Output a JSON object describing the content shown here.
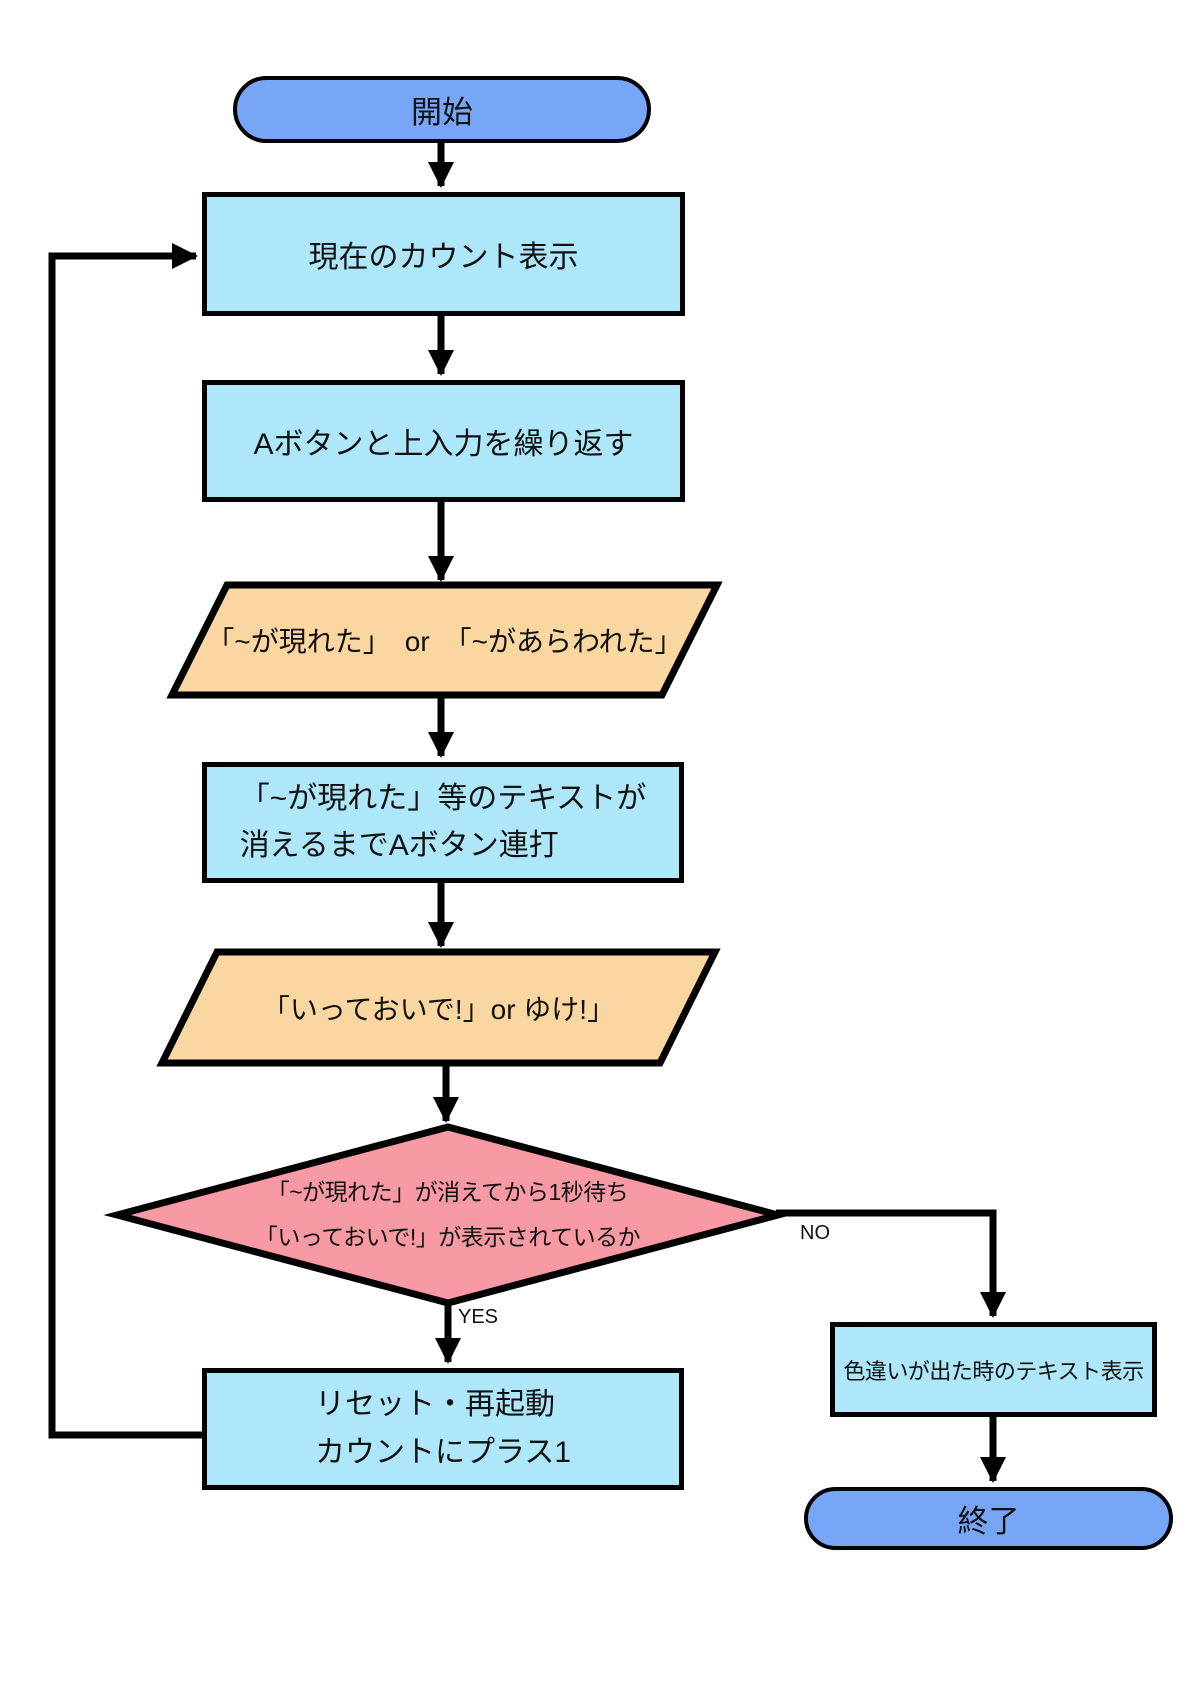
{
  "colors": {
    "terminal-fill": "#78a6f7",
    "process-fill": "#aee6fa",
    "io-fill": "#fad7a0",
    "decision-fill": "#f79aa4",
    "line-color": "#000000",
    "background": "#ffffff"
  },
  "nodes": {
    "start": {
      "type": "terminal",
      "label": "開始"
    },
    "show_count": {
      "type": "process",
      "label": "現在のカウント表示"
    },
    "repeat_a_up": {
      "type": "process",
      "label": "Aボタンと上入力を繰り返す"
    },
    "encounter_text": {
      "type": "io",
      "label": "「~が現れた」　or　「~があらわれた」"
    },
    "mash_a": {
      "type": "process",
      "line1": "「~が現れた」等のテキストが",
      "line2": "消えるまでAボタン連打"
    },
    "go_text": {
      "type": "io",
      "label": "「いっておいで!」or ゆけ!」"
    },
    "decision": {
      "type": "decision",
      "line1": "「~が現れた」が消えてから1秒待ち",
      "line2": "「いっておいで!」が表示されているか"
    },
    "reset": {
      "type": "process",
      "line1": "リセット・再起動",
      "line2": "カウントにプラス1"
    },
    "shiny_text": {
      "type": "process",
      "label": "色違いが出た時のテキスト表示"
    },
    "end": {
      "type": "terminal",
      "label": "終了"
    }
  },
  "edge_labels": {
    "yes": "YES",
    "no": "NO"
  }
}
